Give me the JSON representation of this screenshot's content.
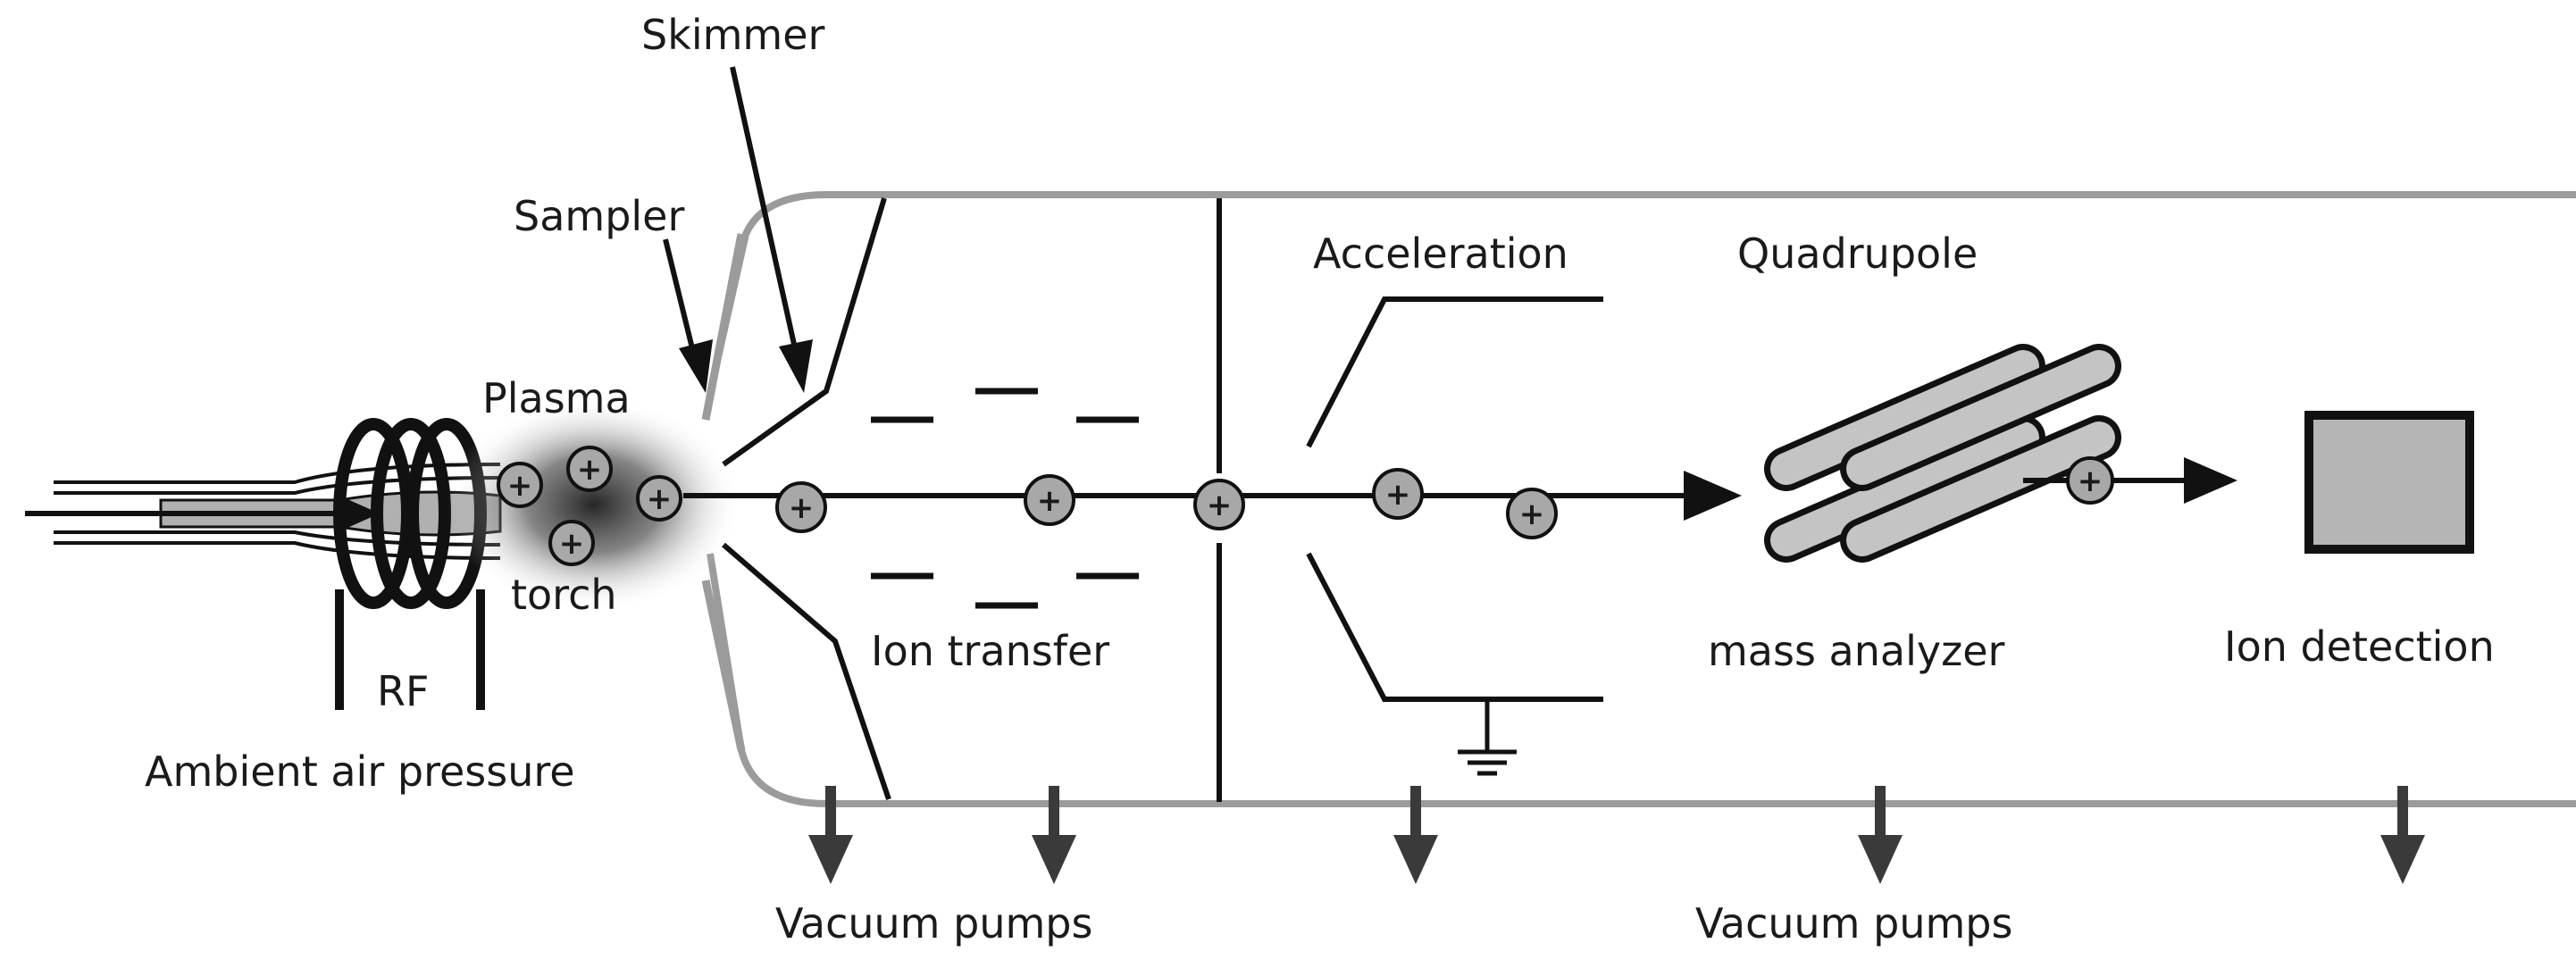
{
  "labels": {
    "skimmer": "Skimmer",
    "sampler": "Sampler",
    "plasma": "Plasma",
    "torch": "torch",
    "rf": "RF",
    "ambient": "Ambient air pressure",
    "ion_transfer": "Ion transfer",
    "acceleration": "Acceleration",
    "quadrupole": "Quadrupole",
    "mass_analyzer": "mass analyzer",
    "ion_detection": "Ion detection",
    "vacuum_pumps_1": "Vacuum pumps",
    "vacuum_pumps_2": "Vacuum pumps"
  },
  "ion_symbol": "+",
  "colors": {
    "line": "#111111",
    "chamber_wall": "#9b9b9b",
    "ion_fill": "#a8a8a8",
    "rod_fill": "#c4c4c4",
    "detector_fill": "#b5b5b5",
    "pump_arrow": "#3a3a3a"
  }
}
